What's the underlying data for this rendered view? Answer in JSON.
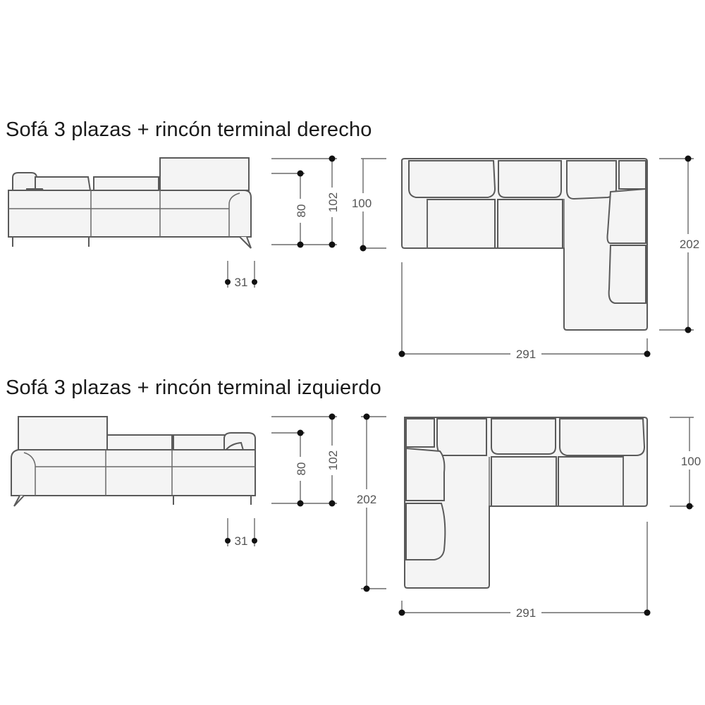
{
  "sections": [
    {
      "title": "Sofá 3 plazas + rincón terminal derecho",
      "dimensions": {
        "seat_height": "80",
        "total_height": "102",
        "depth": "100",
        "corner_depth": "202",
        "width": "291",
        "leg_offset": "31"
      }
    },
    {
      "title": "Sofá 3 plazas + rincón terminal izquierdo",
      "dimensions": {
        "seat_height": "80",
        "total_height": "102",
        "depth": "100",
        "corner_depth": "202",
        "width": "291",
        "leg_offset": "31"
      }
    }
  ]
}
